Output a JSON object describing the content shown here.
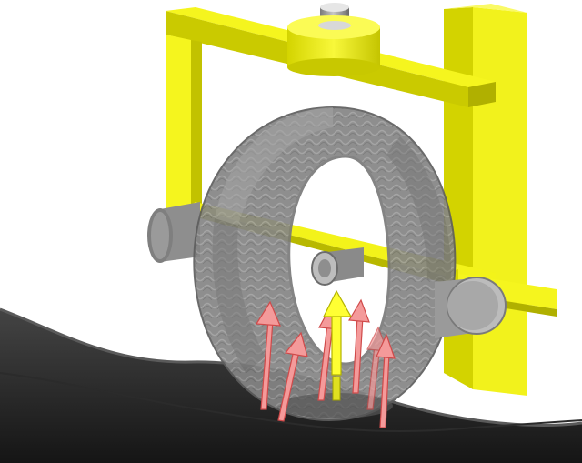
{
  "scene": {
    "background_color": "#ffffff",
    "colors": {
      "frame_yellow": "#f5f51e",
      "frame_yellow_shade": "#c9c900",
      "frame_yellow_dark": "#9e9e00",
      "wheel_gray": "#8f8f8f",
      "wheel_gray_dark": "#6e6e6e",
      "axle_gray": "#9a9a9a",
      "shaft_silver": "#d6d6d6",
      "belt_dark": "#1e1e1e",
      "belt_mid": "#333333",
      "force_arrow_pink": "#f28a8a",
      "load_arrow_yellow": "#ffff33"
    },
    "objects": [
      "yellow-frame",
      "top-hub",
      "shaft",
      "tire-wheel",
      "axle",
      "belt-surface",
      "force-arrows",
      "load-arrow"
    ]
  }
}
